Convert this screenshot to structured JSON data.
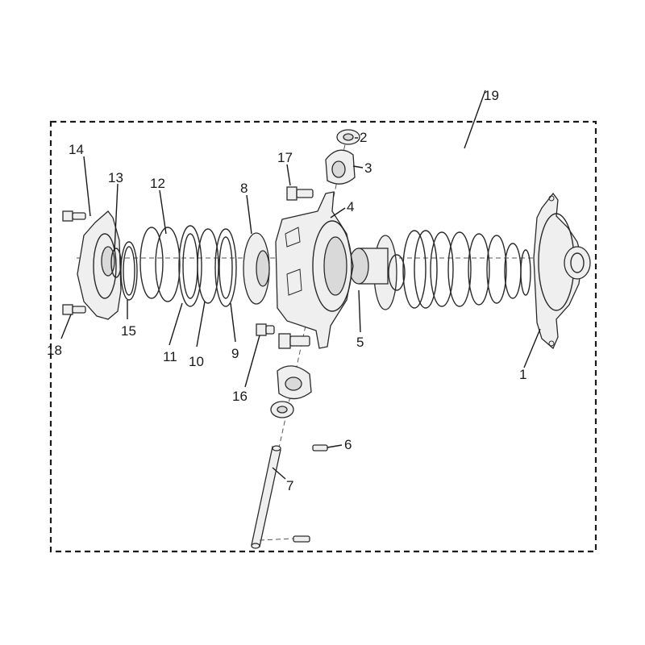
{
  "diagram": {
    "callouts": [
      "1",
      "2",
      "3",
      "4",
      "5",
      "6",
      "7",
      "8",
      "9",
      "10",
      "11",
      "12",
      "13",
      "14",
      "15",
      "16",
      "17",
      "18",
      "19"
    ]
  },
  "colors": {
    "line": "#2a2a2a",
    "fill": "#efefef",
    "shade": "#d9d9d9"
  }
}
